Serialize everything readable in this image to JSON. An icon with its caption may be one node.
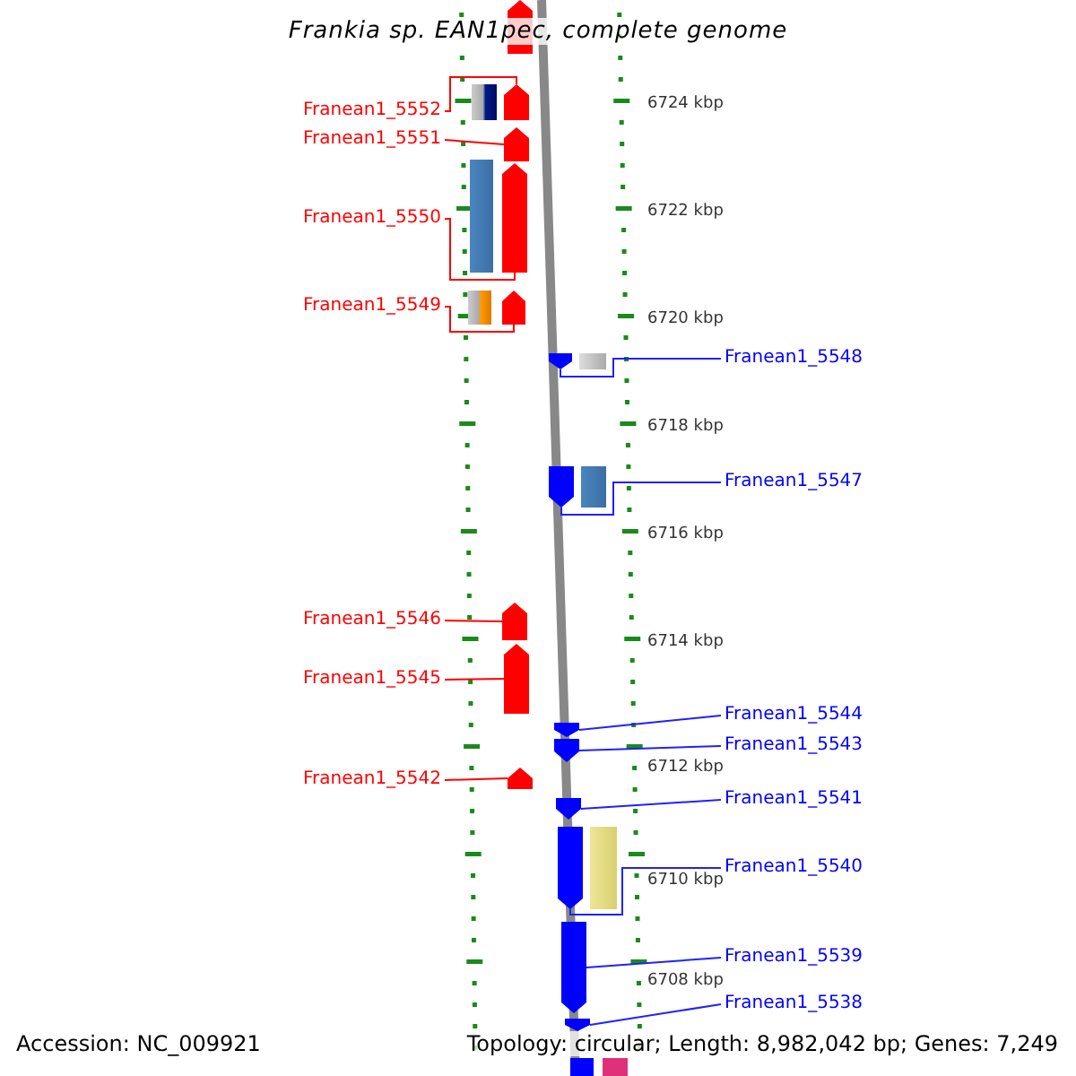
{
  "diagram": {
    "title": "Frankia sp. EAN1pec, complete genome",
    "nodes": [
      {
        "text": [],
        "shape": "pentagon"
      },
      {
        "text": [
          "Franean1_5552"
        ]
      },
      {
        "text": [],
        "shape": "box"
      },
      {
        "text": [],
        "shape": "pentagon"
      },
      {
        "text": [
          "Franean1_5551"
        ]
      },
      {
        "text": [],
        "shape": "pentagon"
      },
      {
        "text": [
          "Franean1_5550"
        ]
      },
      {
        "text": [],
        "shape": "box"
      },
      {
        "text": [],
        "shape": "pentagon"
      },
      {
        "text": [
          "Franean1_5549"
        ]
      },
      {
        "text": [],
        "shape": "box"
      },
      {
        "text": [],
        "shape": "pentagon"
      },
      {
        "text": [
          "Franean1_5548"
        ]
      },
      {
        "text": [],
        "shape": "pentagon"
      },
      {
        "text": [],
        "shape": "box"
      },
      {
        "text": [
          "Franean1_5547"
        ]
      },
      {
        "text": [],
        "shape": "pentagon"
      },
      {
        "text": [],
        "shape": "box"
      },
      {
        "text": [
          "Franean1_5546"
        ]
      },
      {
        "text": [],
        "shape": "pentagon"
      },
      {
        "text": [
          "Franean1_5545"
        ]
      },
      {
        "text": [],
        "shape": "pentagon"
      },
      {
        "text": [
          "Franean1_5544"
        ]
      },
      {
        "text": [],
        "shape": "pentagon"
      },
      {
        "text": [
          "Franean1_5543"
        ]
      },
      {
        "text": [],
        "shape": "pentagon"
      },
      {
        "text": [
          "Franean1_5542"
        ]
      },
      {
        "text": [],
        "shape": "pentagon"
      },
      {
        "text": [
          "Franean1_5541"
        ]
      },
      {
        "text": [],
        "shape": "pentagon"
      },
      {
        "text": [
          "Franean1_5540"
        ]
      },
      {
        "text": [],
        "shape": "pentagon"
      },
      {
        "text": [],
        "shape": "box"
      },
      {
        "text": [
          "Franean1_5539"
        ]
      },
      {
        "text": [],
        "shape": "pentagon"
      },
      {
        "text": [
          "Franean1_5538"
        ]
      },
      {
        "text": [],
        "shape": "pentagon"
      },
      {
        "text": [],
        "shape": "box"
      },
      {
        "text": [],
        "shape": "box"
      }
    ],
    "edges": [
      {
        "from": 1,
        "to": 3,
        "arrow": "none",
        "color": "#ff0000"
      },
      {
        "from": 4,
        "to": 5,
        "arrow": "none",
        "color": "#ff0000"
      },
      {
        "from": 6,
        "to": 8,
        "arrow": "none",
        "color": "#ff0000"
      },
      {
        "from": 9,
        "to": 11,
        "arrow": "none",
        "color": "#ff0000"
      },
      {
        "from": 12,
        "to": 13,
        "arrow": "none"
      },
      {
        "from": 15,
        "to": 16,
        "arrow": "none"
      },
      {
        "from": 18,
        "to": 19,
        "arrow": "none",
        "color": "#ff0000"
      },
      {
        "from": 20,
        "to": 21,
        "arrow": "none",
        "color": "#ff0000"
      },
      {
        "from": 22,
        "to": 23,
        "arrow": "none"
      },
      {
        "from": 24,
        "to": 25,
        "arrow": "none"
      },
      {
        "from": 26,
        "to": 27,
        "arrow": "none",
        "color": "#ff0000"
      },
      {
        "from": 28,
        "to": 29,
        "arrow": "none"
      },
      {
        "from": 30,
        "to": 31,
        "arrow": "none"
      },
      {
        "from": 33,
        "to": 34,
        "arrow": "none"
      },
      {
        "from": 35,
        "to": 36,
        "arrow": "none"
      }
    ],
    "labels": [
      "6724 kbp",
      "6722 kbp",
      "6720 kbp",
      "6718 kbp",
      "6716 kbp",
      "6714 kbp",
      "6712 kbp",
      "6710 kbp",
      "6708 kbp",
      "Accession: NC_009921",
      "Topology: circular; Length: 8,982,042 bp; Genes: 7,249"
    ]
  }
}
